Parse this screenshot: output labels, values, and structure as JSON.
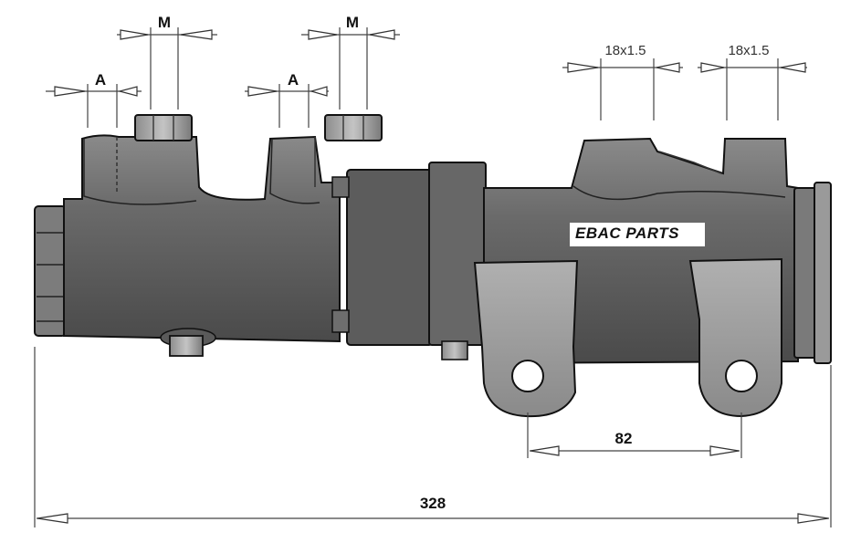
{
  "diagram": {
    "brand": "EBAC PARTS",
    "labels": {
      "m_left": "M",
      "m_right": "M",
      "a_left": "A",
      "a_right": "A",
      "port_left": "18x1.5",
      "port_right": "18x1.5",
      "mount_spacing": "82",
      "overall_length": "328"
    },
    "colors": {
      "body": "#6f6f6f",
      "body_dark": "#4e4e4e",
      "body_light": "#9a9a9a",
      "line": "#111111",
      "dimension": "#444444"
    }
  }
}
